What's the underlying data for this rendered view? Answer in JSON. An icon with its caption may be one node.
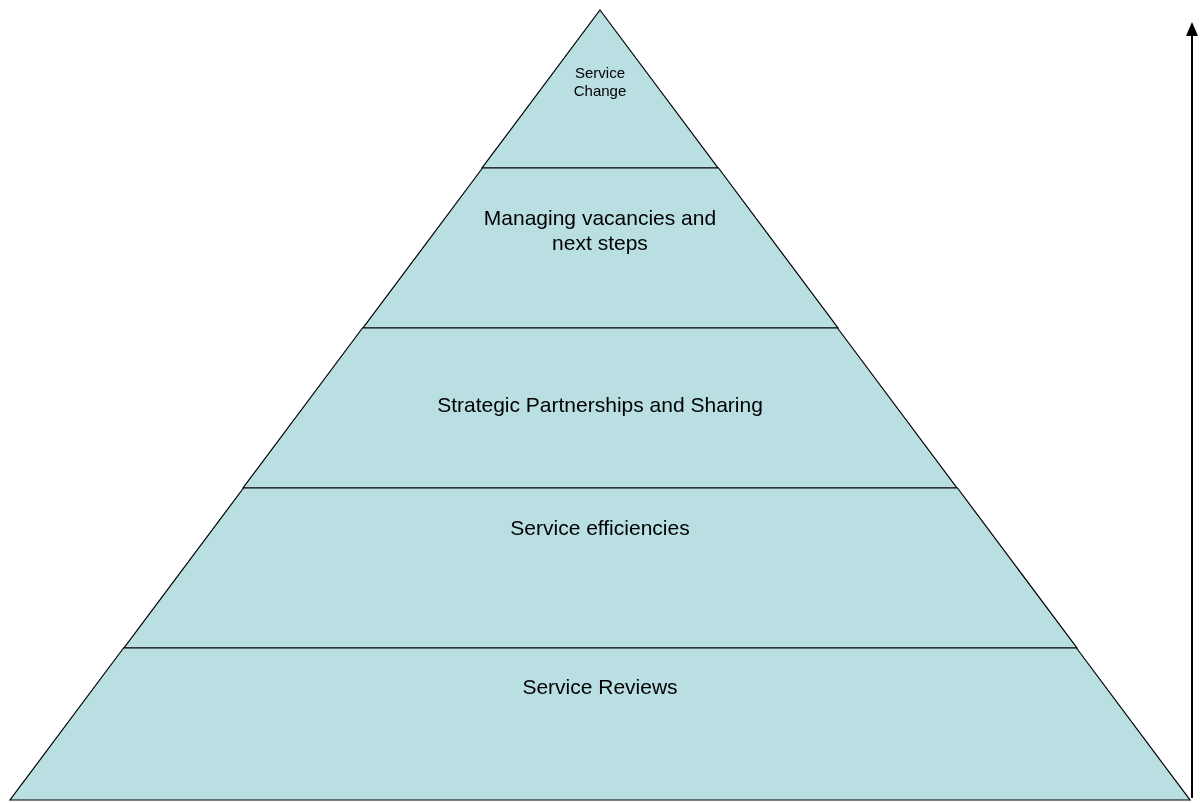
{
  "diagram": {
    "nodes": [
      {
        "text": [
          "Service Change"
        ]
      },
      {
        "text": [
          "Managing vacancies and next steps"
        ]
      },
      {
        "text": [
          "Strategic Partnerships and Sharing"
        ]
      },
      {
        "text": [
          "Service efficiencies"
        ]
      },
      {
        "text": [
          "Service Reviews"
        ]
      }
    ]
  }
}
